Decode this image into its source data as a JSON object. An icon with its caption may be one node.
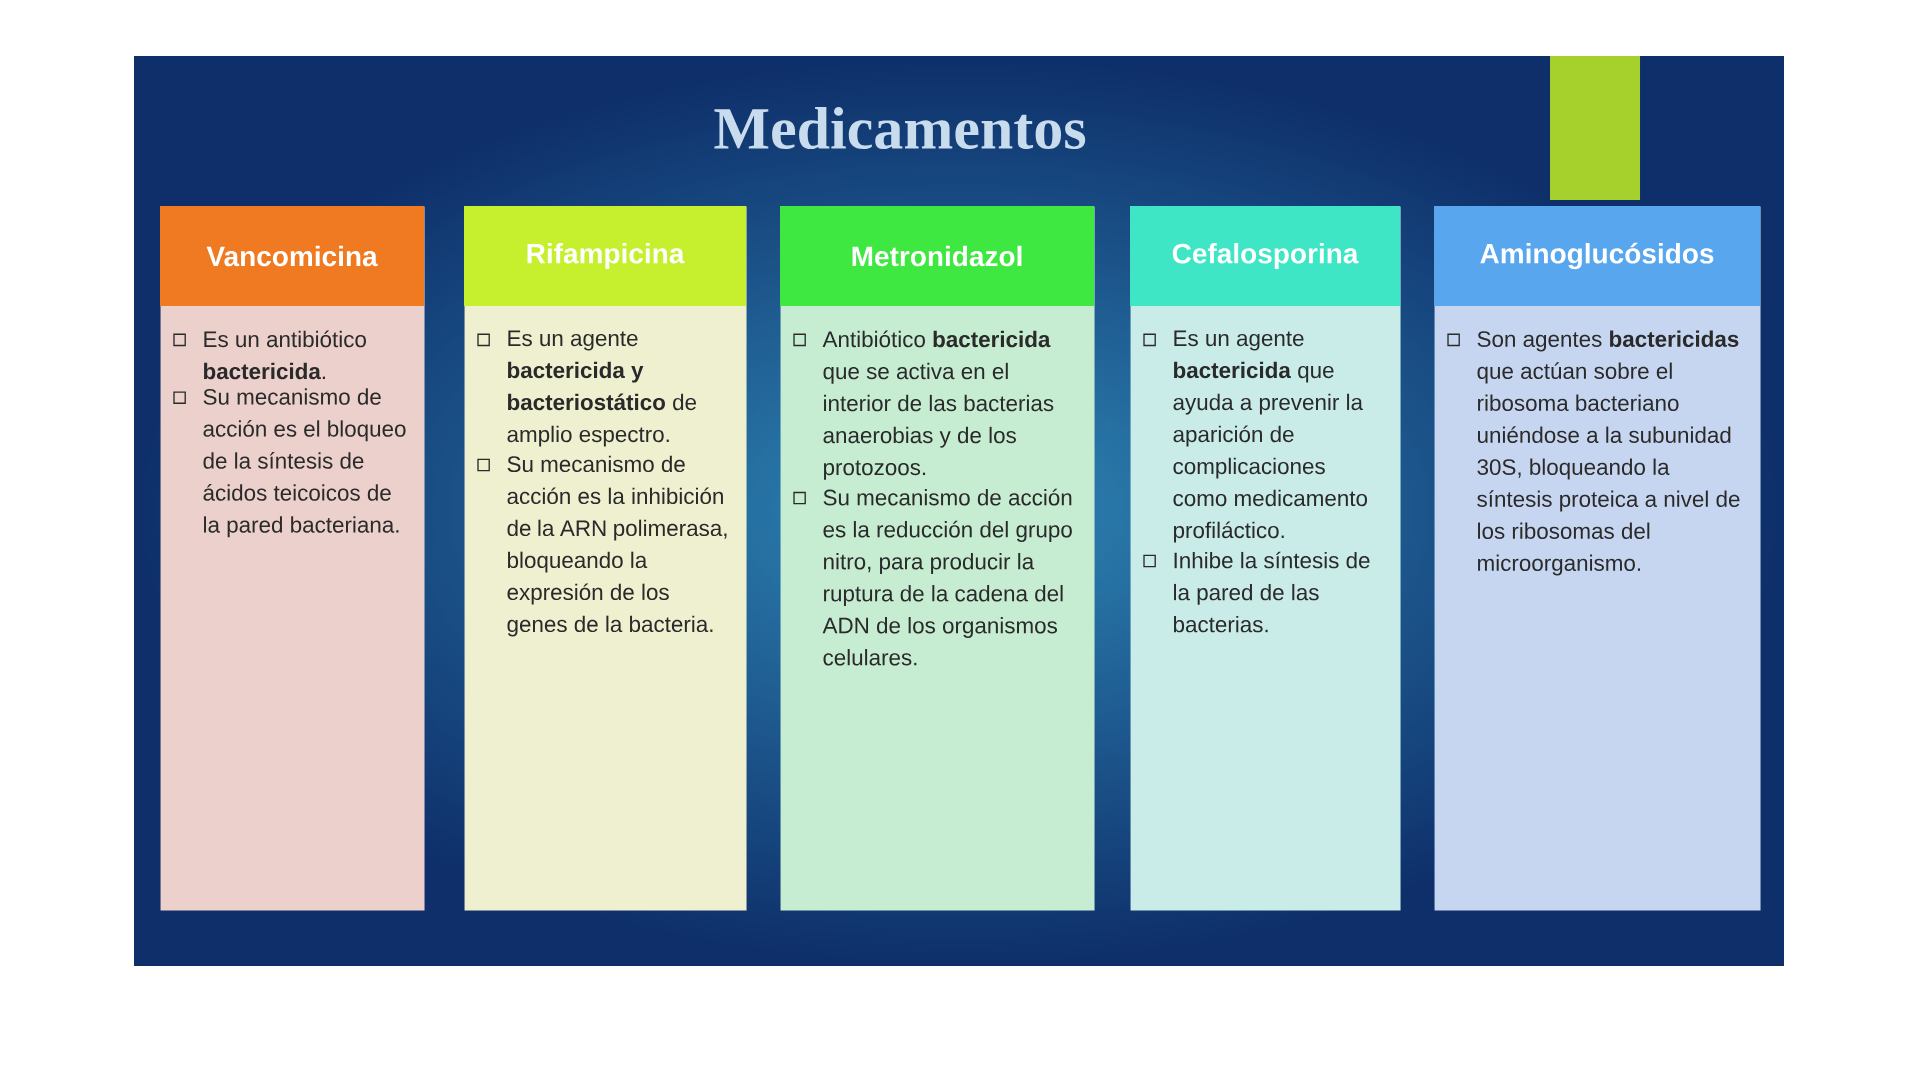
{
  "diagram": {
    "title": "Medicamentos",
    "nodes": [
      {
        "text": [
          "Vancomicina",
          "Es un antibiótico **bactericida**.",
          "Su mecanismo de acción es el bloqueo de la síntesis de ácidos teicoicos de la pared bacteriana."
        ]
      },
      {
        "text": [
          "Rifampicina",
          "Es un agente **bactericida y bacteriostático** de amplio espectro.",
          "Su mecanismo de acción es la inhibición de la ARN polimerasa, bloqueando la expresión de los genes de la bacteria."
        ]
      },
      {
        "text": [
          "Metronidazol",
          "Antibiótico **bactericida** que se activa en el interior de las bacterias anaerobias y de los protozoos.",
          "Su mecanismo de acción es la reducción del grupo nitro, para producir la ruptura de la cadena del ADN de los organismos celulares."
        ]
      },
      {
        "text": [
          "Cefalosporina",
          "Es un agente **bactericida** que ayuda a prevenir la aparición de complicaciones como medicamento profiláctico.",
          "Inhibe la síntesis de la pared de las bacterias."
        ]
      },
      {
        "text": [
          "Aminoglucósidos",
          "Son agentes **bactericidas** que actúan sobre el ribosoma bacteriano uniéndose a la subunidad 30S, bloqueando la síntesis proteica a nivel de los ribosomas del microorganismo."
        ]
      }
    ]
  }
}
